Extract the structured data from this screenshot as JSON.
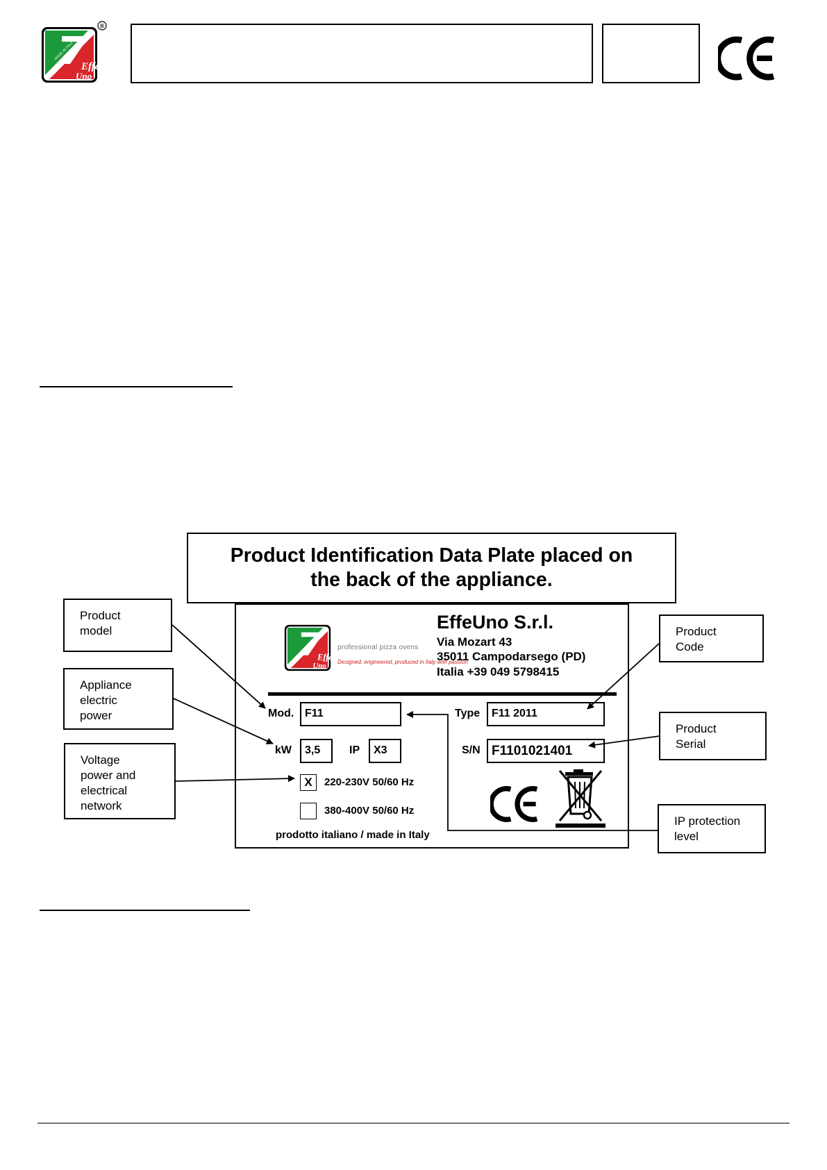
{
  "header": {
    "logo_icon": "effeuno-logo-icon",
    "logo_text": [
      "MADE IN ITALY",
      "Effe",
      "Uno"
    ],
    "registered_mark": "®",
    "ce_mark": "CE"
  },
  "colors": {
    "green": "#1a9a3a",
    "red": "#d8262b",
    "white": "#ffffff",
    "black": "#000000"
  },
  "title_box": {
    "line1": "Product Identification Data Plate placed on",
    "line2": "the back of the appliance."
  },
  "plate": {
    "tagline": "professional pizza ovens",
    "slogan": "Designed, engineered, produced in Italy with passion",
    "company": "EffeUno S.r.l.",
    "address": [
      "Via Mozart 43",
      "35011 Campodarsego (PD)",
      "Italia +39 049 5798415"
    ],
    "mod_label": "Mod.",
    "mod_value": "F11",
    "type_label": "Type",
    "type_value": "F11 2011",
    "kw_label": "kW",
    "kw_value": "3,5",
    "ip_label": "IP",
    "ip_value": "X3",
    "sn_label": "S/N",
    "sn_value": "F1101021401",
    "voltage_options": [
      {
        "checked_mark": "X",
        "label": "220-230V 50/60 Hz"
      },
      {
        "checked_mark": "",
        "label": "380-400V 50/60 Hz"
      }
    ],
    "made_in": "prodotto italiano / made in Italy",
    "ce_mark": "CE",
    "weee_icon": "crossed-out-wheelie-bin-icon"
  },
  "callouts": {
    "product_model": [
      "Product",
      "model"
    ],
    "appliance_power": [
      "Appliance",
      "electric",
      "power"
    ],
    "voltage_network": [
      "Voltage",
      "power and",
      "electrical",
      "network"
    ],
    "product_code": [
      "Product",
      "Code"
    ],
    "product_serial": [
      "Product",
      "Serial"
    ],
    "ip_level": [
      "IP protection",
      "level"
    ]
  }
}
